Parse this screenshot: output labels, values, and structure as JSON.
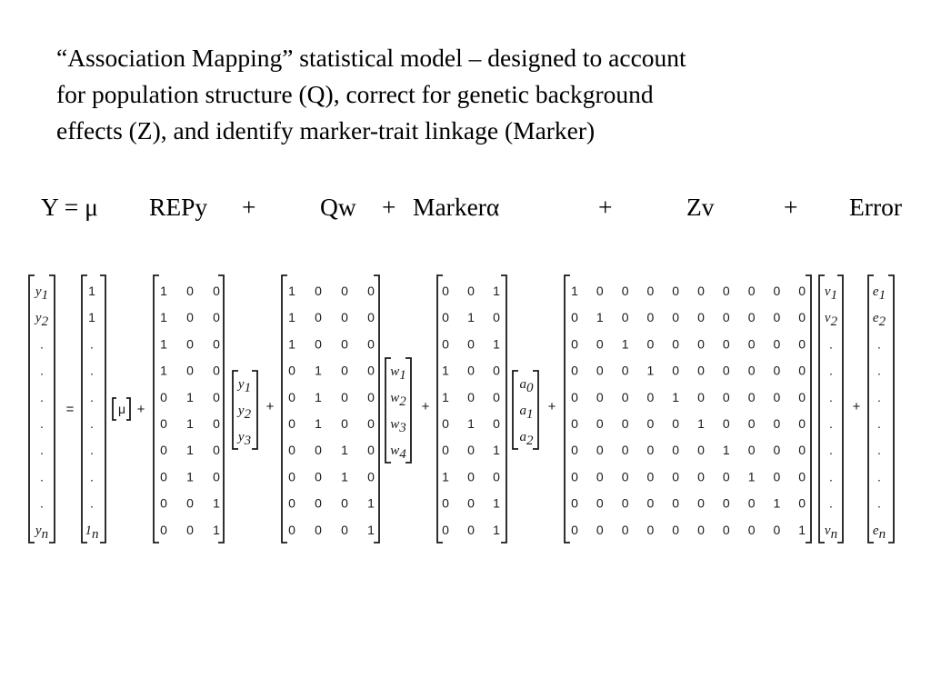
{
  "intro": {
    "line1": "“Association Mapping” statistical model – designed to account",
    "line2": "for population structure (Q), correct for genetic background",
    "line3": "effects (Z), and identify marker-trait linkage (Marker)"
  },
  "equation_labels": {
    "y_eq_mu": "Y = μ",
    "repy": "REPy",
    "plus1": "+",
    "qw": "Qw",
    "plus2": "+",
    "marker": "Markerα",
    "plus3": "+",
    "zv": "Zv",
    "plus4": "+",
    "error": "Error"
  },
  "matrix_equation": {
    "y_vector": [
      "y1",
      "y2",
      ".",
      ".",
      ".",
      ".",
      ".",
      ".",
      ".",
      "yn"
    ],
    "one_vector": [
      "1",
      "1",
      ".",
      ".",
      ".",
      ".",
      ".",
      ".",
      ".",
      "1n"
    ],
    "mu": "μ",
    "rep_matrix": [
      [
        "1",
        "0",
        "0"
      ],
      [
        "1",
        "0",
        "0"
      ],
      [
        "1",
        "0",
        "0"
      ],
      [
        "1",
        "0",
        "0"
      ],
      [
        "0",
        "1",
        "0"
      ],
      [
        "0",
        "1",
        "0"
      ],
      [
        "0",
        "1",
        "0"
      ],
      [
        "0",
        "1",
        "0"
      ],
      [
        "0",
        "0",
        "1"
      ],
      [
        "0",
        "0",
        "1"
      ]
    ],
    "rep_vector": [
      "y1",
      "y2",
      "y3"
    ],
    "q_matrix": [
      [
        "1",
        "0",
        "0",
        "0"
      ],
      [
        "1",
        "0",
        "0",
        "0"
      ],
      [
        "1",
        "0",
        "0",
        "0"
      ],
      [
        "0",
        "1",
        "0",
        "0"
      ],
      [
        "0",
        "1",
        "0",
        "0"
      ],
      [
        "0",
        "1",
        "0",
        "0"
      ],
      [
        "0",
        "0",
        "1",
        "0"
      ],
      [
        "0",
        "0",
        "1",
        "0"
      ],
      [
        "0",
        "0",
        "0",
        "1"
      ],
      [
        "0",
        "0",
        "0",
        "1"
      ]
    ],
    "w_vector": [
      "w1",
      "w2",
      "w3",
      "w4"
    ],
    "marker_matrix": [
      [
        "0",
        "0",
        "1"
      ],
      [
        "0",
        "1",
        "0"
      ],
      [
        "0",
        "0",
        "1"
      ],
      [
        "1",
        "0",
        "0"
      ],
      [
        "1",
        "0",
        "0"
      ],
      [
        "0",
        "1",
        "0"
      ],
      [
        "0",
        "0",
        "1"
      ],
      [
        "1",
        "0",
        "0"
      ],
      [
        "0",
        "0",
        "1"
      ],
      [
        "0",
        "0",
        "1"
      ]
    ],
    "a_vector": [
      "a0",
      "a1",
      "a2"
    ],
    "z_matrix": [
      [
        "1",
        "0",
        "0",
        "0",
        "0",
        "0",
        "0",
        "0",
        "0",
        "0"
      ],
      [
        "0",
        "1",
        "0",
        "0",
        "0",
        "0",
        "0",
        "0",
        "0",
        "0"
      ],
      [
        "0",
        "0",
        "1",
        "0",
        "0",
        "0",
        "0",
        "0",
        "0",
        "0"
      ],
      [
        "0",
        "0",
        "0",
        "1",
        "0",
        "0",
        "0",
        "0",
        "0",
        "0"
      ],
      [
        "0",
        "0",
        "0",
        "0",
        "1",
        "0",
        "0",
        "0",
        "0",
        "0"
      ],
      [
        "0",
        "0",
        "0",
        "0",
        "0",
        "1",
        "0",
        "0",
        "0",
        "0"
      ],
      [
        "0",
        "0",
        "0",
        "0",
        "0",
        "0",
        "1",
        "0",
        "0",
        "0"
      ],
      [
        "0",
        "0",
        "0",
        "0",
        "0",
        "0",
        "0",
        "1",
        "0",
        "0"
      ],
      [
        "0",
        "0",
        "0",
        "0",
        "0",
        "0",
        "0",
        "0",
        "1",
        "0"
      ],
      [
        "0",
        "0",
        "0",
        "0",
        "0",
        "0",
        "0",
        "0",
        "0",
        "1"
      ]
    ],
    "v_vector": [
      "v1",
      "v2",
      ".",
      ".",
      ".",
      ".",
      ".",
      ".",
      ".",
      "vn"
    ],
    "e_vector": [
      "e1",
      "e2",
      ".",
      ".",
      ".",
      ".",
      ".",
      ".",
      ".",
      "en"
    ],
    "equals": "=",
    "plus": "+"
  }
}
